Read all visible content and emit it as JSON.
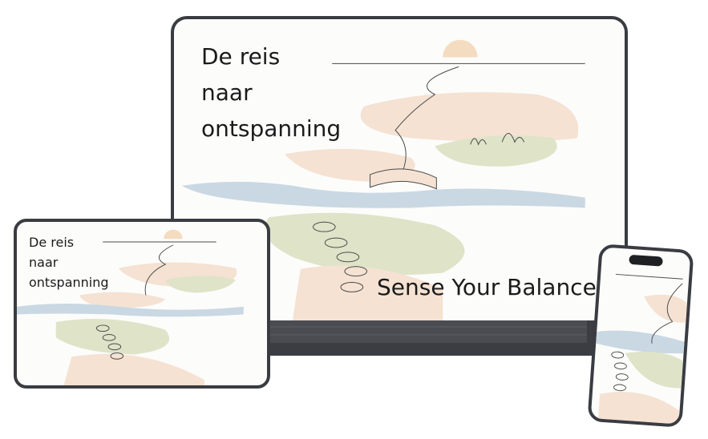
{
  "laptop": {
    "title": "De reis\nnaar\nontspanning",
    "tagline": "Sense Your Balance"
  },
  "tablet": {
    "title": "De reis\nnaar\nontspanning"
  },
  "colors": {
    "frame": "#3a3c42",
    "sun": "#f4dcc0",
    "sage": "#dfe3c8",
    "water": "#c9d8e2",
    "sand": "#f5e2d2",
    "line": "#4a4a4a"
  },
  "icons": [
    "illustration-landscape",
    "keyboard",
    "phone-notch"
  ]
}
